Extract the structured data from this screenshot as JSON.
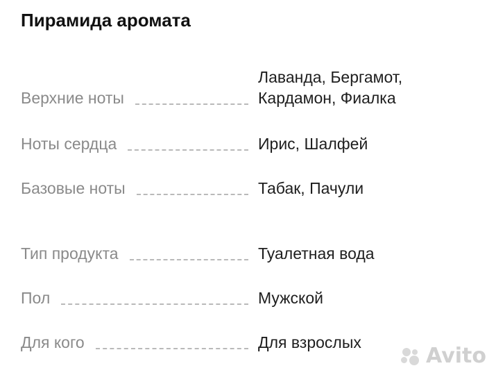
{
  "section": {
    "title": "Пирамида аромата"
  },
  "specs": [
    {
      "label": "Верхние ноты",
      "value": "Лаванда, Бергамот,\nКардамон, Фиалка"
    },
    {
      "label": "Ноты сердца",
      "value": "Ирис, Шалфей"
    },
    {
      "label": "Базовые ноты",
      "value": "Табак, Пачули"
    },
    {
      "label": "Тип продукта",
      "value": "Туалетная вода"
    },
    {
      "label": "Пол",
      "value": "Мужской"
    },
    {
      "label": "Для кого",
      "value": "Для взрослых"
    }
  ],
  "watermark": {
    "text": "Avito"
  }
}
